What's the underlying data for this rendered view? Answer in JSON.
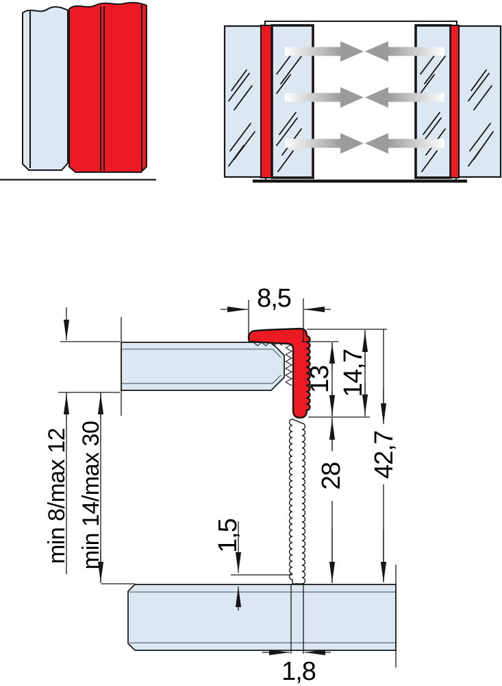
{
  "drawing": {
    "dims": {
      "top_width": "8,5",
      "grip_height": "13",
      "profile_height": "14,7",
      "brush_extension": "28",
      "total_height": "42,7",
      "overlap": "1,5",
      "brush_width": "1,8",
      "glass_thickness_range": "min 8/max 12",
      "clearance_range": "min 14/max 30"
    },
    "colors": {
      "seal_red": "#ec1b23",
      "glass_blue": "#dbe8f2",
      "arrow_gray": "#9b9b9b",
      "line_black": "#161616"
    }
  }
}
